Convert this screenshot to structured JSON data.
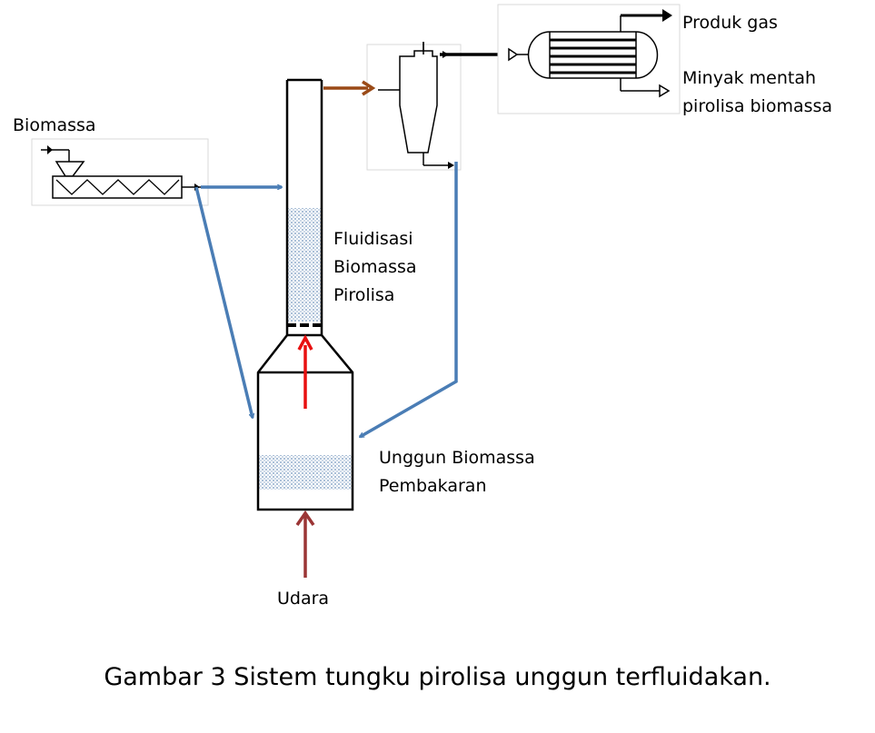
{
  "labels": {
    "biomassa": "Biomassa",
    "produk_gas": "Produk gas",
    "minyak_line1": "Minyak mentah",
    "minyak_line2": "pirolisa biomassa",
    "fluidisasi_line1": "Fluidisasi",
    "fluidisasi_line2": "Biomassa",
    "fluidisasi_line3": "Pirolisa",
    "unggun_line1": "Unggun Biomassa",
    "unggun_line2": "Pembakaran",
    "udara": "Udara"
  },
  "caption": "Gambar 3 Sistem tungku pirolisa unggun terfluidakan.",
  "colors": {
    "blue_stream": "#4a7db5",
    "brown_stream": "#9a4a17",
    "red_stream": "#e81010",
    "air_stream": "#9b3535",
    "bed_fill": "#9fb6cf"
  }
}
